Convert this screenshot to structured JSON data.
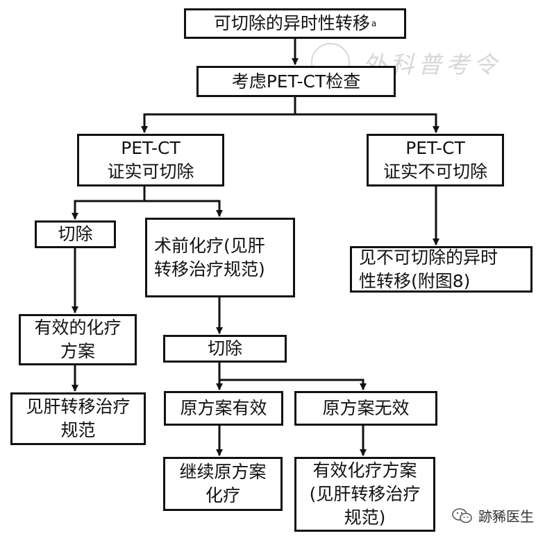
{
  "nodes": {
    "n1": {
      "text": "可切除的异时性转移",
      "sup": "a"
    },
    "n2": {
      "text": "考虑PET-CT检查"
    },
    "n3": {
      "text": "PET-CT\n证实可切除"
    },
    "n4": {
      "text": "PET-CT\n证实不可切除"
    },
    "n5": {
      "text": "切除"
    },
    "n6": {
      "text": "术前化疗(见肝\n转移治疗规范)"
    },
    "n7": {
      "text": "见不可切除的异时\n性转移(附图8)"
    },
    "n8": {
      "text": "有效的化疗\n方案"
    },
    "n9": {
      "text": "切除"
    },
    "n10": {
      "text": "见肝转移治疗\n规范"
    },
    "n11": {
      "text": "原方案有效"
    },
    "n12": {
      "text": "原方案无效"
    },
    "n13": {
      "text": "继续原方案\n化疗"
    },
    "n14": {
      "text": "有效化疗方案\n(见肝转移治疗\n规范)"
    }
  },
  "watermark": {
    "text": "外科普考令"
  },
  "footer": {
    "icon": "wechat-icon",
    "account": "跡豨医生"
  },
  "colors": {
    "ink": "#111111",
    "watermark": "#d7d7d7",
    "background": "#ffffff"
  }
}
